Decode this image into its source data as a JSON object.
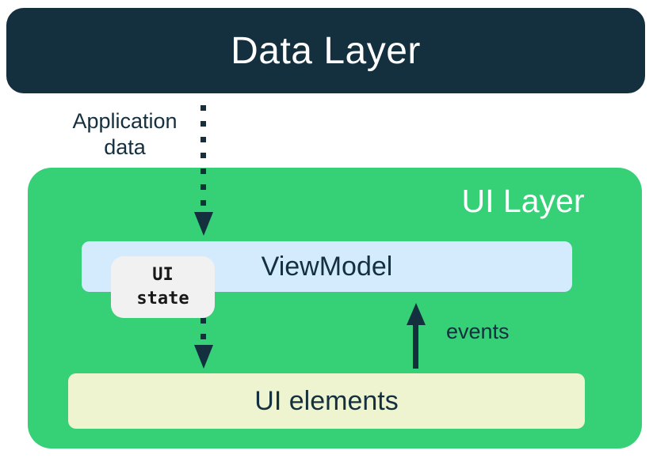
{
  "diagram": {
    "title": "UI Layer / Data Layer architecture diagram"
  },
  "colors": {
    "navy": "#14303f",
    "green": "#36d077",
    "light_blue": "#d4ebfd",
    "pale_yellow": "#edf4cf",
    "light_gray": "#f1f1f1",
    "white": "#ffffff",
    "mono_text": "#171717"
  },
  "boxes": {
    "data_layer": {
      "label": "Data Layer"
    },
    "ui_layer": {
      "label": "UI Layer"
    },
    "viewmodel": {
      "label": "ViewModel"
    },
    "ui_state": {
      "label": "UI\nstate"
    },
    "ui_elements": {
      "label": "UI elements"
    }
  },
  "arrows": {
    "application_data": {
      "label": "Application data",
      "style": "dotted",
      "direction": "down"
    },
    "ui_state_flow": {
      "style": "dotted",
      "direction": "down"
    },
    "events": {
      "label": "events",
      "style": "solid",
      "direction": "up"
    }
  }
}
